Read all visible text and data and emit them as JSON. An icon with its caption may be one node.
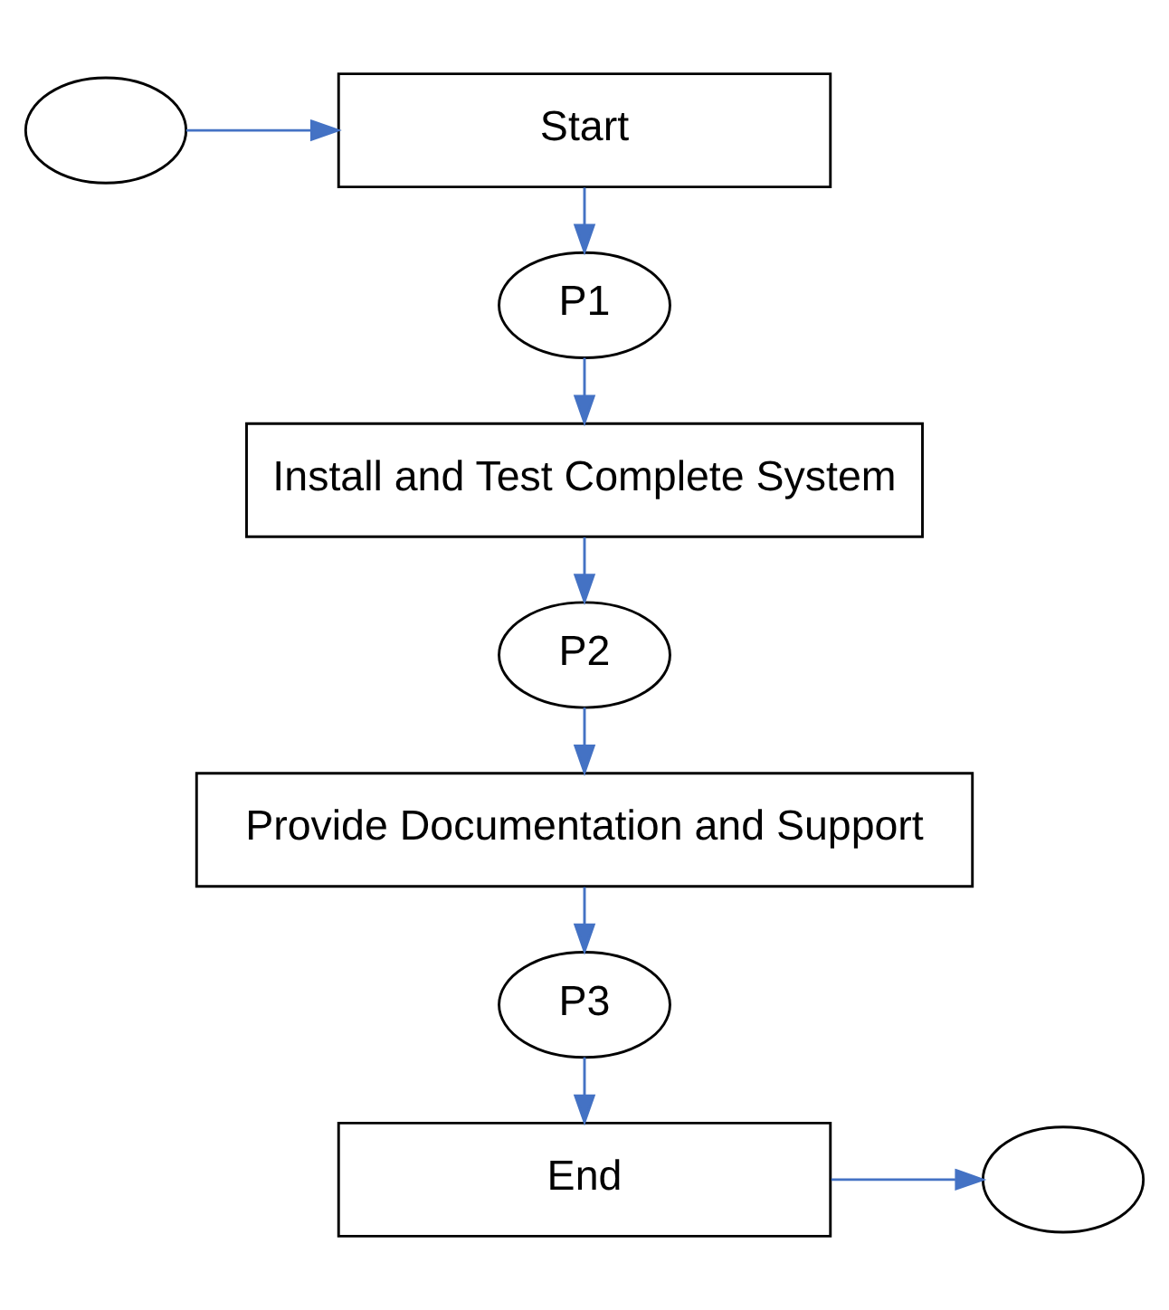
{
  "diagram": {
    "nodes": [
      {
        "text": [],
        "shape": "circle"
      },
      {
        "text": [
          "Start"
        ]
      },
      {
        "text": [
          "P1"
        ]
      },
      {
        "text": [
          "Install and Test Complete System"
        ]
      },
      {
        "text": [
          "P2"
        ]
      },
      {
        "text": [
          "Provide Documentation and Support"
        ]
      },
      {
        "text": [
          "P3"
        ]
      },
      {
        "text": [
          "End"
        ]
      },
      {
        "text": [],
        "shape": "circle"
      }
    ],
    "edges": [
      {
        "from": 0,
        "to": 1,
        "arrow": "to"
      },
      {
        "from": 1,
        "to": 2,
        "arrow": "to"
      },
      {
        "from": 2,
        "to": 3,
        "arrow": "to"
      },
      {
        "from": 3,
        "to": 4,
        "arrow": "to"
      },
      {
        "from": 4,
        "to": 5,
        "arrow": "to"
      },
      {
        "from": 5,
        "to": 6,
        "arrow": "to"
      },
      {
        "from": 6,
        "to": 7,
        "arrow": "to"
      },
      {
        "from": 7,
        "to": 8,
        "arrow": "to"
      }
    ]
  }
}
